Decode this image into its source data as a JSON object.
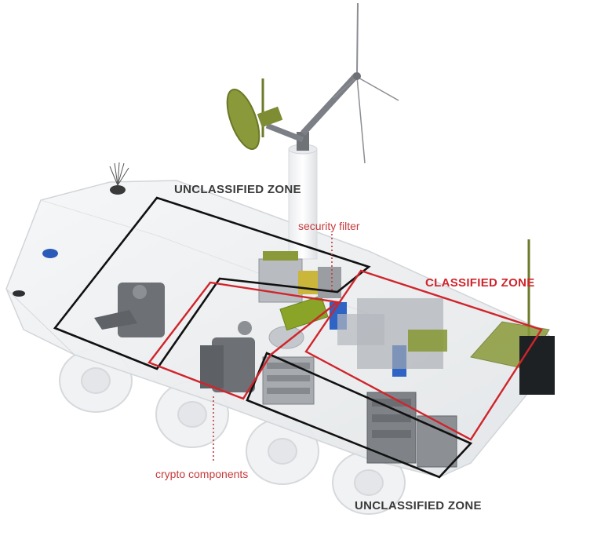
{
  "labels": {
    "unclassified_top": "UNCLASSIFIED ZONE",
    "unclassified_bottom": "UNCLASSIFIED ZONE",
    "classified": "CLASSIFIED ZONE",
    "security_filter": "security filter",
    "crypto_components": "crypto components"
  },
  "colors": {
    "unclassified_outline": "#111111",
    "classified_outline": "#d0242b",
    "callout_text": "#c73a3a",
    "hull": "#eef0f2",
    "equipment_green": "#8a9a3a",
    "equipment_blue": "#2f63c4"
  }
}
